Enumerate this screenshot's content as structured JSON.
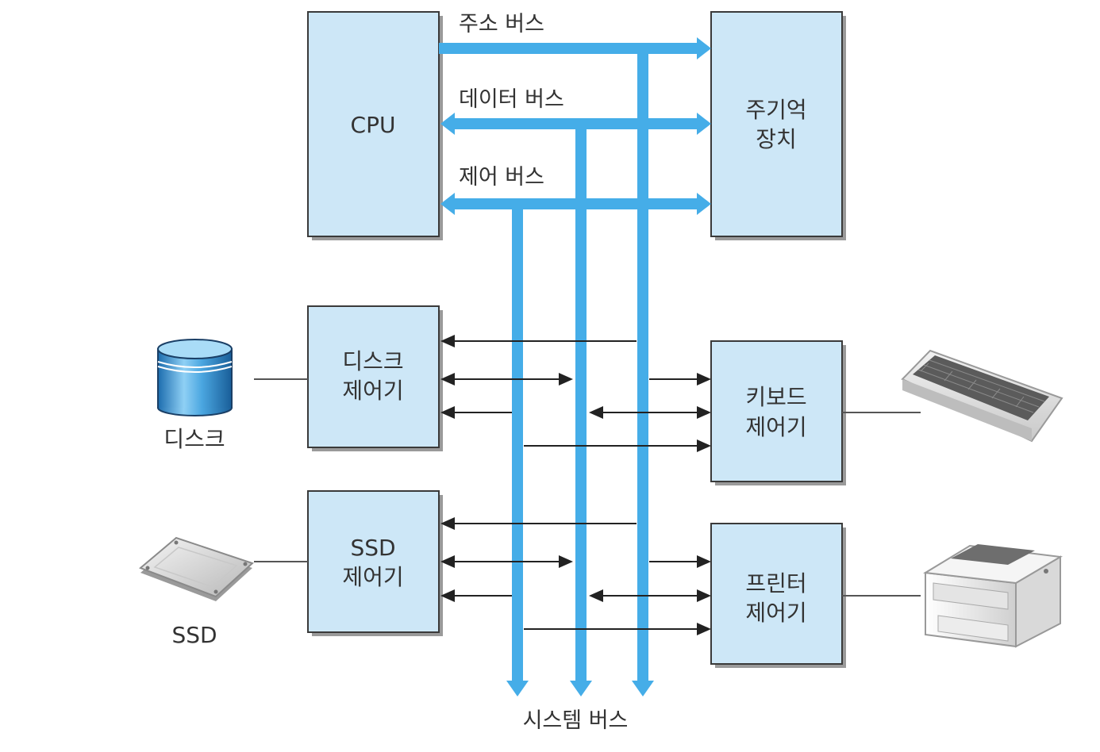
{
  "blocks": {
    "cpu": "CPU",
    "memory": [
      "주기억",
      "장치"
    ],
    "disk_ctrl": [
      "디스크",
      "제어기"
    ],
    "ssd_ctrl": [
      "SSD",
      "제어기"
    ],
    "keyboard_ctrl": [
      "키보드",
      "제어기"
    ],
    "printer_ctrl": [
      "프린터",
      "제어기"
    ]
  },
  "buses": {
    "address": "주소 버스",
    "data": "데이터 버스",
    "control": "제어 버스",
    "system": "시스템 버스"
  },
  "devices": {
    "disk": "디스크",
    "ssd": "SSD"
  },
  "icons": {
    "disk": "disk-cylinder-icon",
    "ssd": "ssd-drive-icon",
    "keyboard": "keyboard-icon",
    "printer": "printer-icon"
  },
  "colors": {
    "bus": "#45ade8",
    "block_fill": "#cde7f7"
  }
}
